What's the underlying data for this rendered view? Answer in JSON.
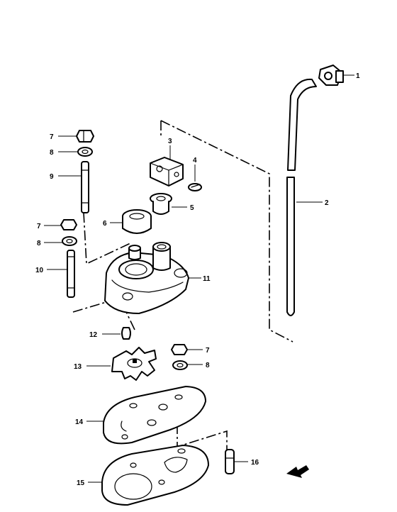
{
  "callouts": {
    "c1": "1",
    "c2": "2",
    "c3": "3",
    "c4": "4",
    "c5": "5",
    "c6": "6",
    "c7a": "7",
    "c7b": "7",
    "c7c": "7",
    "c8a": "8",
    "c8b": "8",
    "c8c": "8",
    "c9": "9",
    "c10": "10",
    "c11": "11",
    "c12": "12",
    "c13": "13",
    "c14": "14",
    "c15": "15",
    "c16": "16"
  }
}
